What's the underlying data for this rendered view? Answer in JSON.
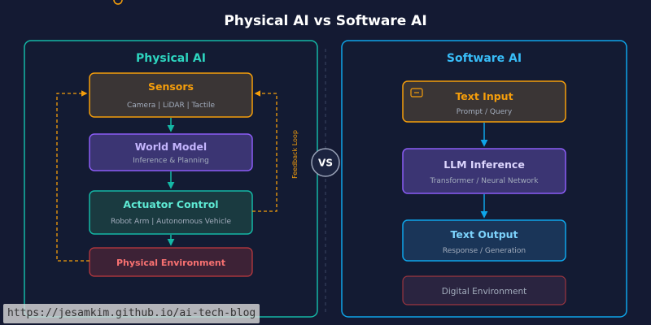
{
  "title": "Physical AI vs Software AI",
  "vs_label": "VS",
  "watermark": "https://jesamkim.github.io/ai-tech-blog",
  "colors": {
    "background": "#141a33",
    "physical_accent": "#14b8a6",
    "software_accent": "#0ea5e9",
    "sensor": "#f59e0b",
    "world_model": "#8b5cf6",
    "environment": "#ef4444"
  },
  "physical": {
    "title": "Physical AI",
    "feedback_label": "Feedback Loop",
    "nodes": [
      {
        "title": "Sensors",
        "subtitle": "Camera | LiDAR | Tactile"
      },
      {
        "title": "World Model",
        "subtitle": "Inference & Planning"
      },
      {
        "title": "Actuator Control",
        "subtitle": "Robot Arm | Autonomous Vehicle"
      },
      {
        "title": "Physical Environment"
      }
    ]
  },
  "software": {
    "title": "Software AI",
    "nodes": [
      {
        "title": "Text Input",
        "subtitle": "Prompt / Query",
        "icon": "keyboard-icon"
      },
      {
        "title": "LLM Inference",
        "subtitle": "Transformer / Neural Network"
      },
      {
        "title": "Text Output",
        "subtitle": "Response / Generation"
      },
      {
        "title": "Digital Environment"
      }
    ]
  }
}
